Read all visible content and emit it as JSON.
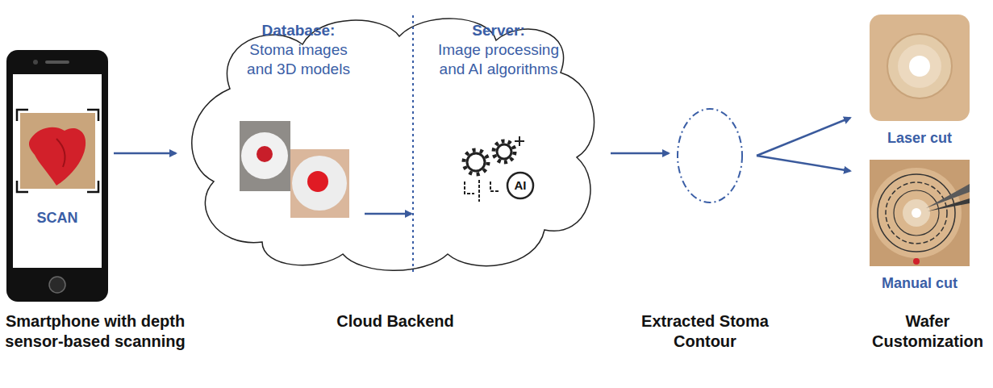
{
  "diagram": {
    "nodes": [
      {
        "text": [
          "SCAN",
          "Smartphone with depth sensor-based scanning"
        ]
      },
      {
        "text": [
          "Cloud Backend"
        ]
      },
      {
        "text": [
          "Database:",
          "Stoma images and 3D models"
        ],
        "in": 1
      },
      {
        "text": [
          "Server:",
          "Image processing and AI algorithms"
        ],
        "in": 1
      },
      {
        "text": [
          "Extracted Stoma Contour"
        ]
      },
      {
        "text": [
          "Laser cut"
        ]
      },
      {
        "text": [
          "Manual cut"
        ]
      }
    ],
    "edges": [
      {
        "from": 0,
        "to": 1,
        "arrow": "to"
      },
      {
        "from": 2,
        "to": 3,
        "arrow": "to"
      },
      {
        "from": 1,
        "to": 4,
        "arrow": "to"
      },
      {
        "from": 4,
        "to": 5,
        "arrow": "to"
      },
      {
        "from": 4,
        "to": 6,
        "arrow": "to"
      }
    ],
    "labels": [
      "AI",
      "Wafer Customization"
    ]
  }
}
